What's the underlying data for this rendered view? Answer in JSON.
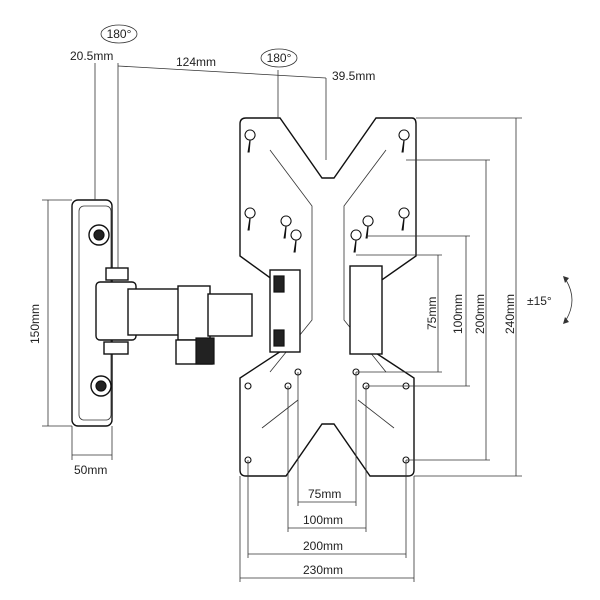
{
  "rotation_labels": {
    "arm_rotation": "180°",
    "plate_rotation": "180°"
  },
  "top_dimensions": {
    "left_offset": "20.5mm",
    "arm_length": "124mm",
    "right_offset": "39.5mm"
  },
  "left_dimensions": {
    "wall_plate_height": "150mm",
    "wall_plate_width": "50mm"
  },
  "right_dimensions": {
    "vesa_75": "75mm",
    "vesa_100": "100mm",
    "vesa_200": "200mm",
    "plate_height": "240mm",
    "tilt": "±15°"
  },
  "bottom_dimensions": {
    "vesa_75": "75mm",
    "vesa_100": "100mm",
    "vesa_200": "200mm",
    "plate_width": "230mm"
  }
}
